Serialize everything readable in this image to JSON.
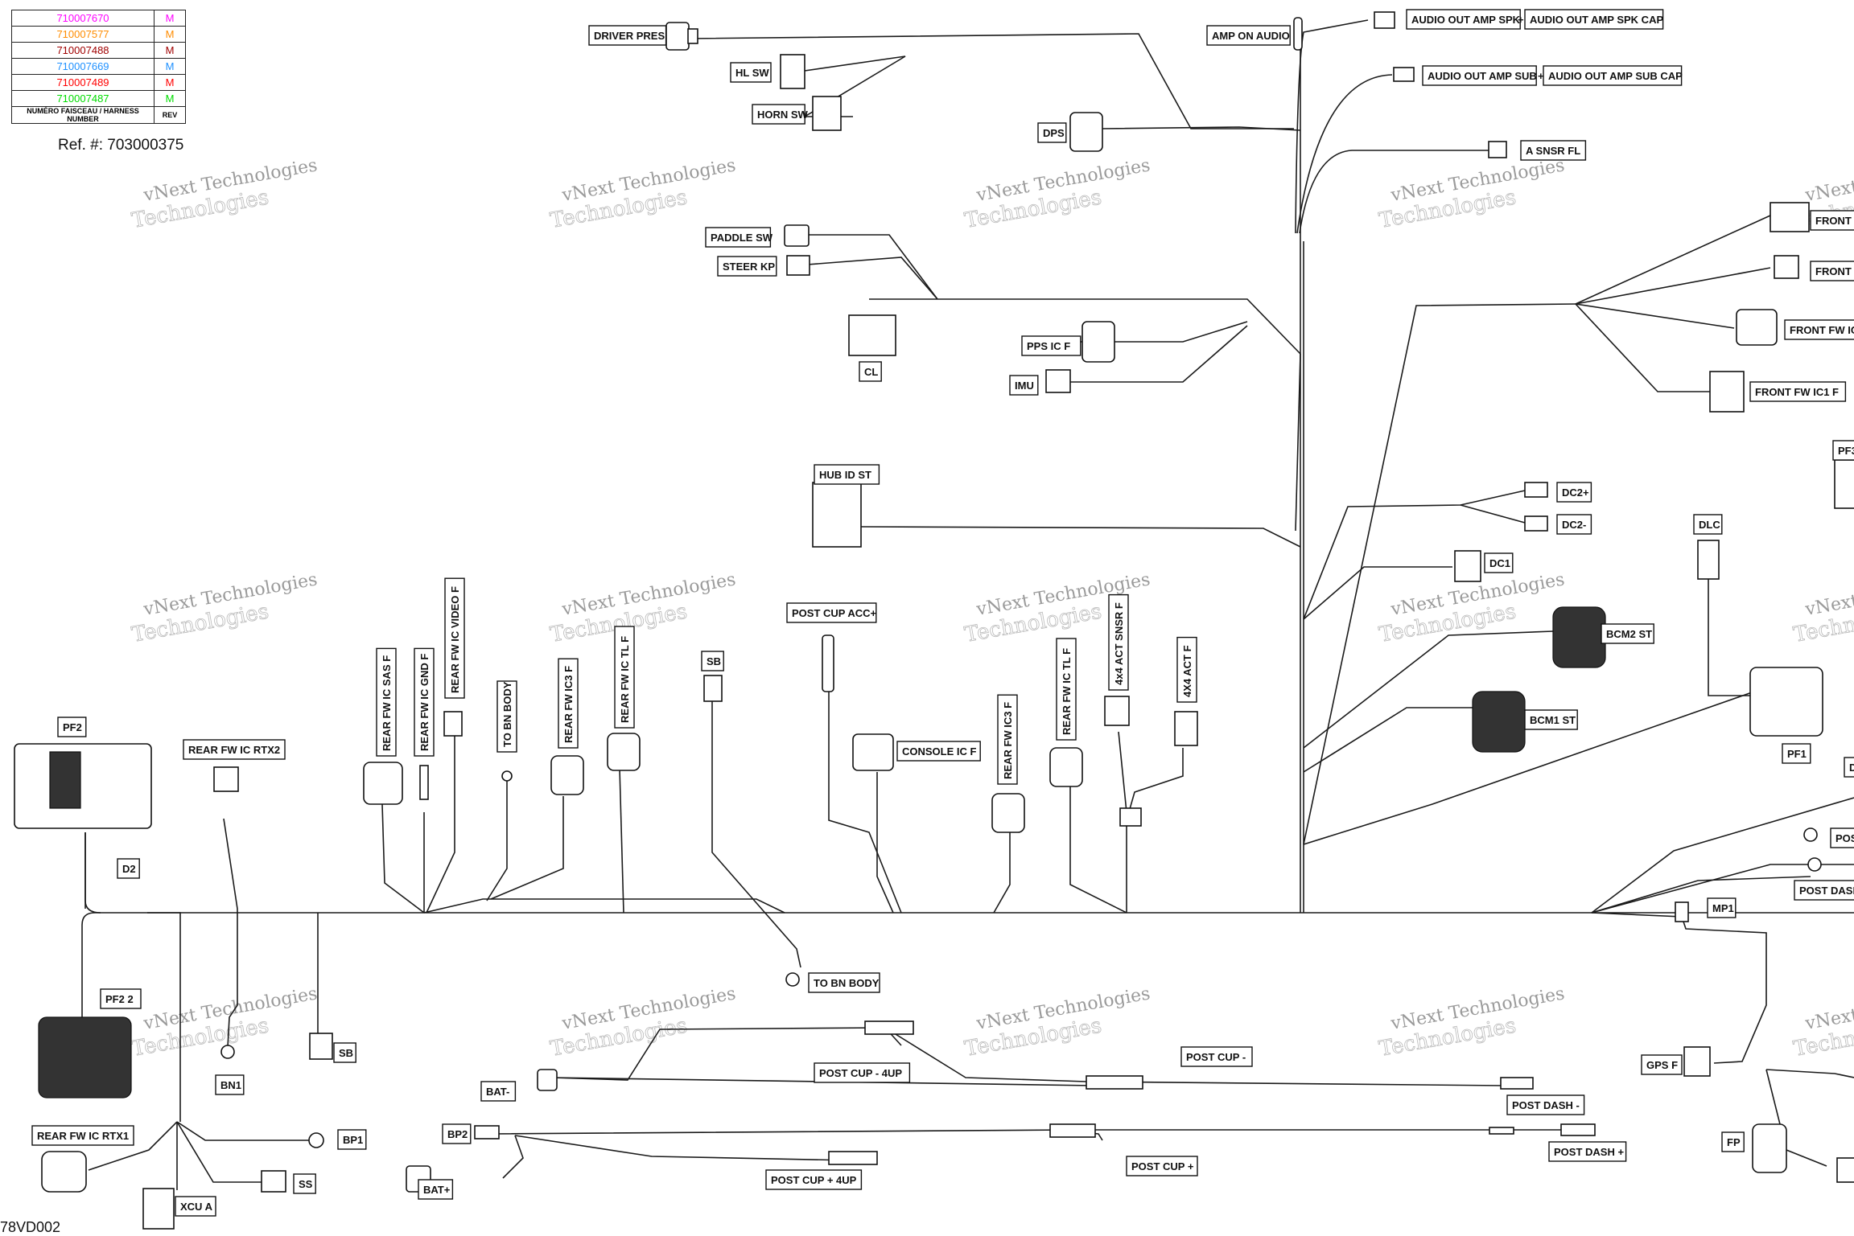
{
  "legend": {
    "rows": [
      {
        "number": "710007670",
        "rev": "M",
        "color": "#ff00ff"
      },
      {
        "number": "710007577",
        "rev": "M",
        "color": "#ff8c00"
      },
      {
        "number": "710007488",
        "rev": "M",
        "color": "#a00000"
      },
      {
        "number": "710007669",
        "rev": "M",
        "color": "#1e90ff"
      },
      {
        "number": "710007489",
        "rev": "M",
        "color": "#ff0000"
      },
      {
        "number": "710007487",
        "rev": "M",
        "color": "#00dd00"
      }
    ],
    "header_number": "NUMÉRO FAISCEAU / HARNESS NUMBER",
    "header_rev": "REV"
  },
  "ref_label": "Ref. #:  703000375",
  "figure_id": "78VD002",
  "watermark": {
    "line1": "vNext Technologies",
    "line2": "Technologies"
  },
  "labels": {
    "driver_pres": "DRIVER PRES",
    "hl_sw": "HL SW",
    "horn_sw": "HORN SW",
    "dps": "DPS",
    "amp_on_audio": "AMP ON AUDIO",
    "audio_out_amp_spk": "AUDIO OUT AMP SPK",
    "audio_out_amp_spk_cap": "AUDIO OUT AMP SPK CAP",
    "audio_out_amp_sub": "AUDIO OUT AMP SUB",
    "audio_out_amp_sub_cap": "AUDIO OUT AMP SUB CAP",
    "plus": "+",
    "a_snsr_fl": "A SNSR FL",
    "front_f1": "FRONT F",
    "front_f2": "FRONT F",
    "front_fw_ic": "FRONT FW IC",
    "front_fw_ic1_f": "FRONT FW IC1 F",
    "paddle_sw": "PADDLE SW",
    "steer_kp": "STEER KP",
    "cl": "CL",
    "pps_ic_f": "PPS IC F",
    "imu": "IMU",
    "pf3": "PF3",
    "hub_id_st": "HUB ID ST",
    "dc2_plus": "DC2+",
    "dc2_minus": "DC2-",
    "dc1": "DC1",
    "dlc": "DLC",
    "bcm2_st": "BCM2 ST",
    "bcm1_st": "BCM1 ST",
    "pf1": "PF1",
    "d_right": "D",
    "pf2": "PF2",
    "rear_fw_ic_rtx2": "REAR FW IC RTX2",
    "rear_fw_ic_sas_f": "REAR FW IC SAS F",
    "rear_fw_ic_gnd_f": "REAR FW IC GND F",
    "rear_fw_ic_video_f": "REAR FW IC VIDEO F",
    "to_bn_body_v": "TO BN BODY",
    "rear_fw_ic3_f_1": "REAR FW IC3 F",
    "rear_fw_ic_tl_f_1": "REAR FW IC TL F",
    "sb_top": "SB",
    "post_cup_acc_plus": "POST CUP ACC+",
    "console_ic_f": "CONSOLE IC F",
    "rear_fw_ic3_f_2": "REAR FW IC3 F",
    "rear_fw_ic_tl_f_2": "REAR FW IC TL F",
    "act_snsr_f": "4x4 ACT SNSR F",
    "act_f": "4X4 ACT F",
    "pos_right": "POS",
    "post_dash_right": "POST DASH",
    "mp1": "MP1",
    "d2": "D2",
    "to_bn_body_h": "TO BN BODY",
    "pf2_2": "PF2 2",
    "bn1": "BN1",
    "sb_bottom": "SB",
    "bat_minus": "BAT-",
    "post_cup_4up_top": "POST CUP - 4UP",
    "post_cup_minus": "POST CUP -",
    "post_dash_minus": "POST DASH -",
    "gps_f": "GPS F",
    "bp2": "BP2",
    "bat_plus": "BAT+",
    "post_cup_plus_4up": "POST CUP + 4UP",
    "post_cup_plus": "POST CUP +",
    "post_dash_plus": "POST DASH +",
    "fp": "FP",
    "rear_fw_ic_rtx1": "REAR FW IC RTX1",
    "bp1": "BP1",
    "ss": "SS",
    "xcu_a": "XCU A"
  }
}
